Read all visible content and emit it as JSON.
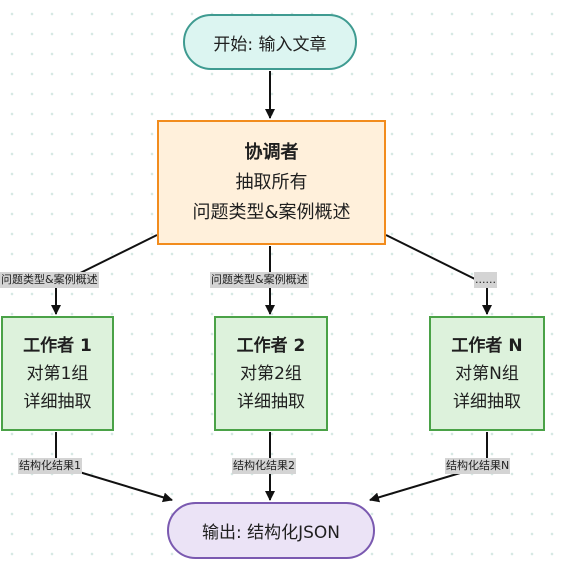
{
  "start": {
    "label": "开始: 输入文章"
  },
  "coordinator": {
    "title": "协调者",
    "line1": "抽取所有",
    "line2": "问题类型&案例概述"
  },
  "workers": [
    {
      "title": "工作者 1",
      "line1": "对第1组",
      "line2": "详细抽取"
    },
    {
      "title": "工作者 2",
      "line1": "对第2组",
      "line2": "详细抽取"
    },
    {
      "title": "工作者 N",
      "line1": "对第N组",
      "line2": "详细抽取"
    }
  ],
  "edge_labels": {
    "to_worker_1": "问题类型&案例概述",
    "to_worker_2": "问题类型&案例概述",
    "to_worker_n": "......",
    "from_worker_1": "结构化结果1",
    "from_worker_2": "结构化结果2",
    "from_worker_n": "结构化结果N"
  },
  "end": {
    "label": "输出: 结构化JSON"
  },
  "colors": {
    "start_fill": "#dcf5f1",
    "start_stroke": "#3f9b91",
    "coordinator_fill": "#fff0db",
    "coordinator_stroke": "#f28c1d",
    "worker_fill": "#ddf2dc",
    "worker_stroke": "#4aa247",
    "end_fill": "#ebe3f6",
    "end_stroke": "#7a59b0",
    "edge": "#111111"
  }
}
